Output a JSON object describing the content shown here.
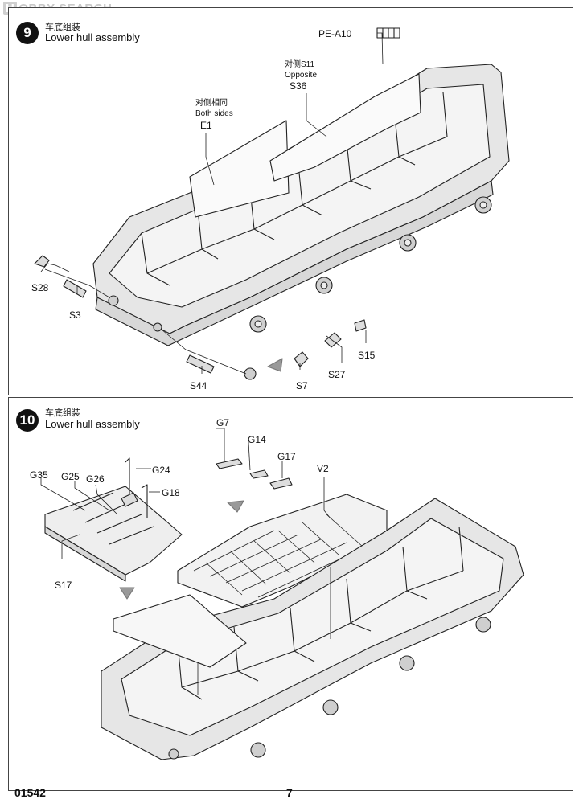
{
  "watermark": {
    "badge": "H",
    "text": "OBBY SEARCH"
  },
  "step9": {
    "number": "9",
    "title_cn": "车底组装",
    "title_en": "Lower hull assembly",
    "labels": {
      "pe_a10": "PE-A10",
      "s11_cn": "对侧S11",
      "opposite": "Opposite",
      "s36": "S36",
      "e1_cn": "对侧相同",
      "both_sides": "Both sides",
      "e1": "E1",
      "s28": "S28",
      "s3": "S3",
      "s44": "S44",
      "s7": "S7",
      "s27": "S27",
      "s15": "S15"
    }
  },
  "step10": {
    "number": "10",
    "title_cn": "车底组装",
    "title_en": "Lower hull assembly",
    "labels": {
      "g7": "G7",
      "g14": "G14",
      "g17": "G17",
      "v2": "V2",
      "g24": "G24",
      "g18": "G18",
      "g35": "G35",
      "g25": "G25",
      "g26": "G26",
      "s17": "S17"
    }
  },
  "footer": {
    "code": "01542",
    "page": "7"
  }
}
